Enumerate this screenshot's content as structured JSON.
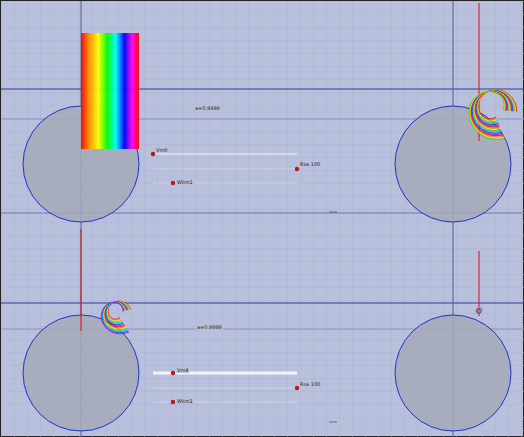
{
  "diagram": {
    "labels": [
      "a=0.9999",
      "Vm0",
      "Rsa 100",
      "Wlim1",
      "a=0.9999",
      "Vm4",
      "Rsa 100",
      "Wlim1"
    ]
  }
}
